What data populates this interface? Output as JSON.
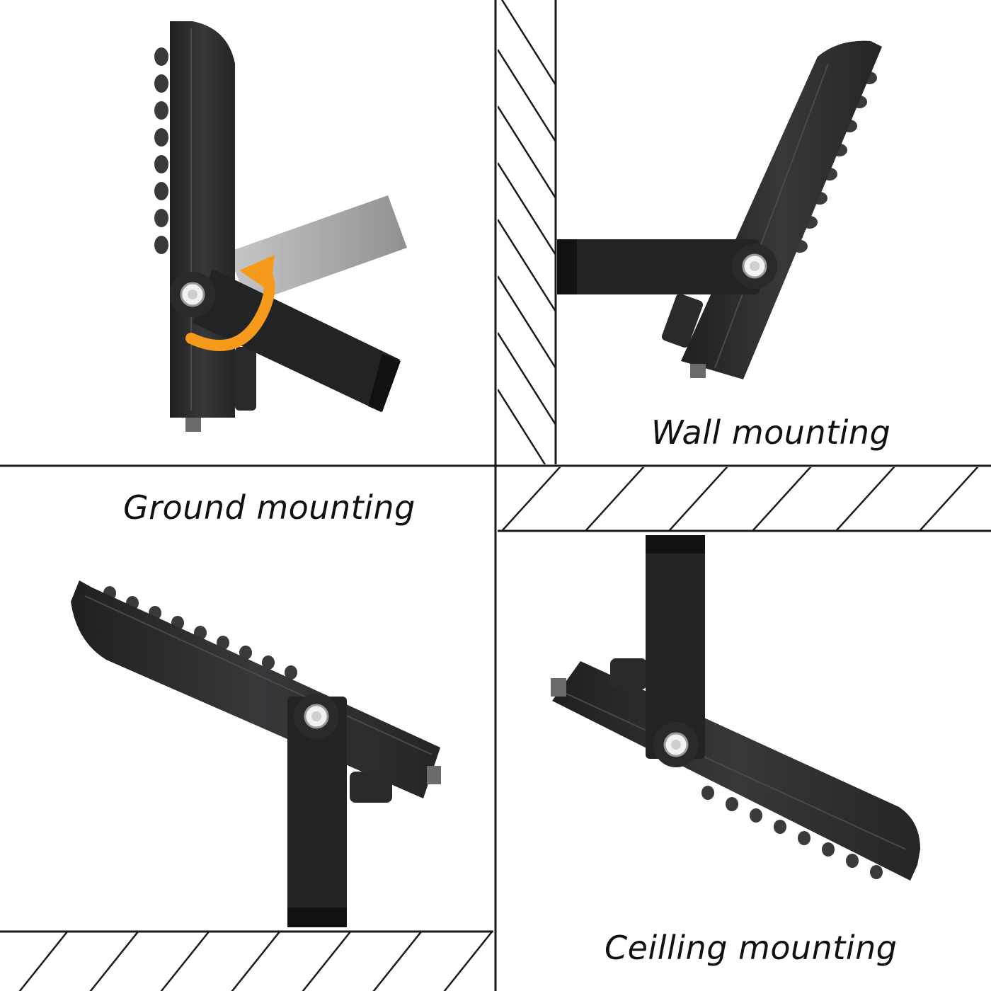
{
  "labels": {
    "ground": "Ground mounting",
    "wall": "Wall mounting",
    "ceiling": "Ceilling mounting"
  },
  "colors": {
    "background": "#ffffff",
    "lines": "#1a1a1a",
    "light_body": "#2b2b2d",
    "bracket": "#232325",
    "ghost_bracket": "#8e8e8e",
    "rotation_arrow": "#f59a1b",
    "knob": "#f2f2f2"
  },
  "icons": {
    "rotation": "rotate-arrow-icon",
    "hinge": "hinge-knob-icon"
  }
}
